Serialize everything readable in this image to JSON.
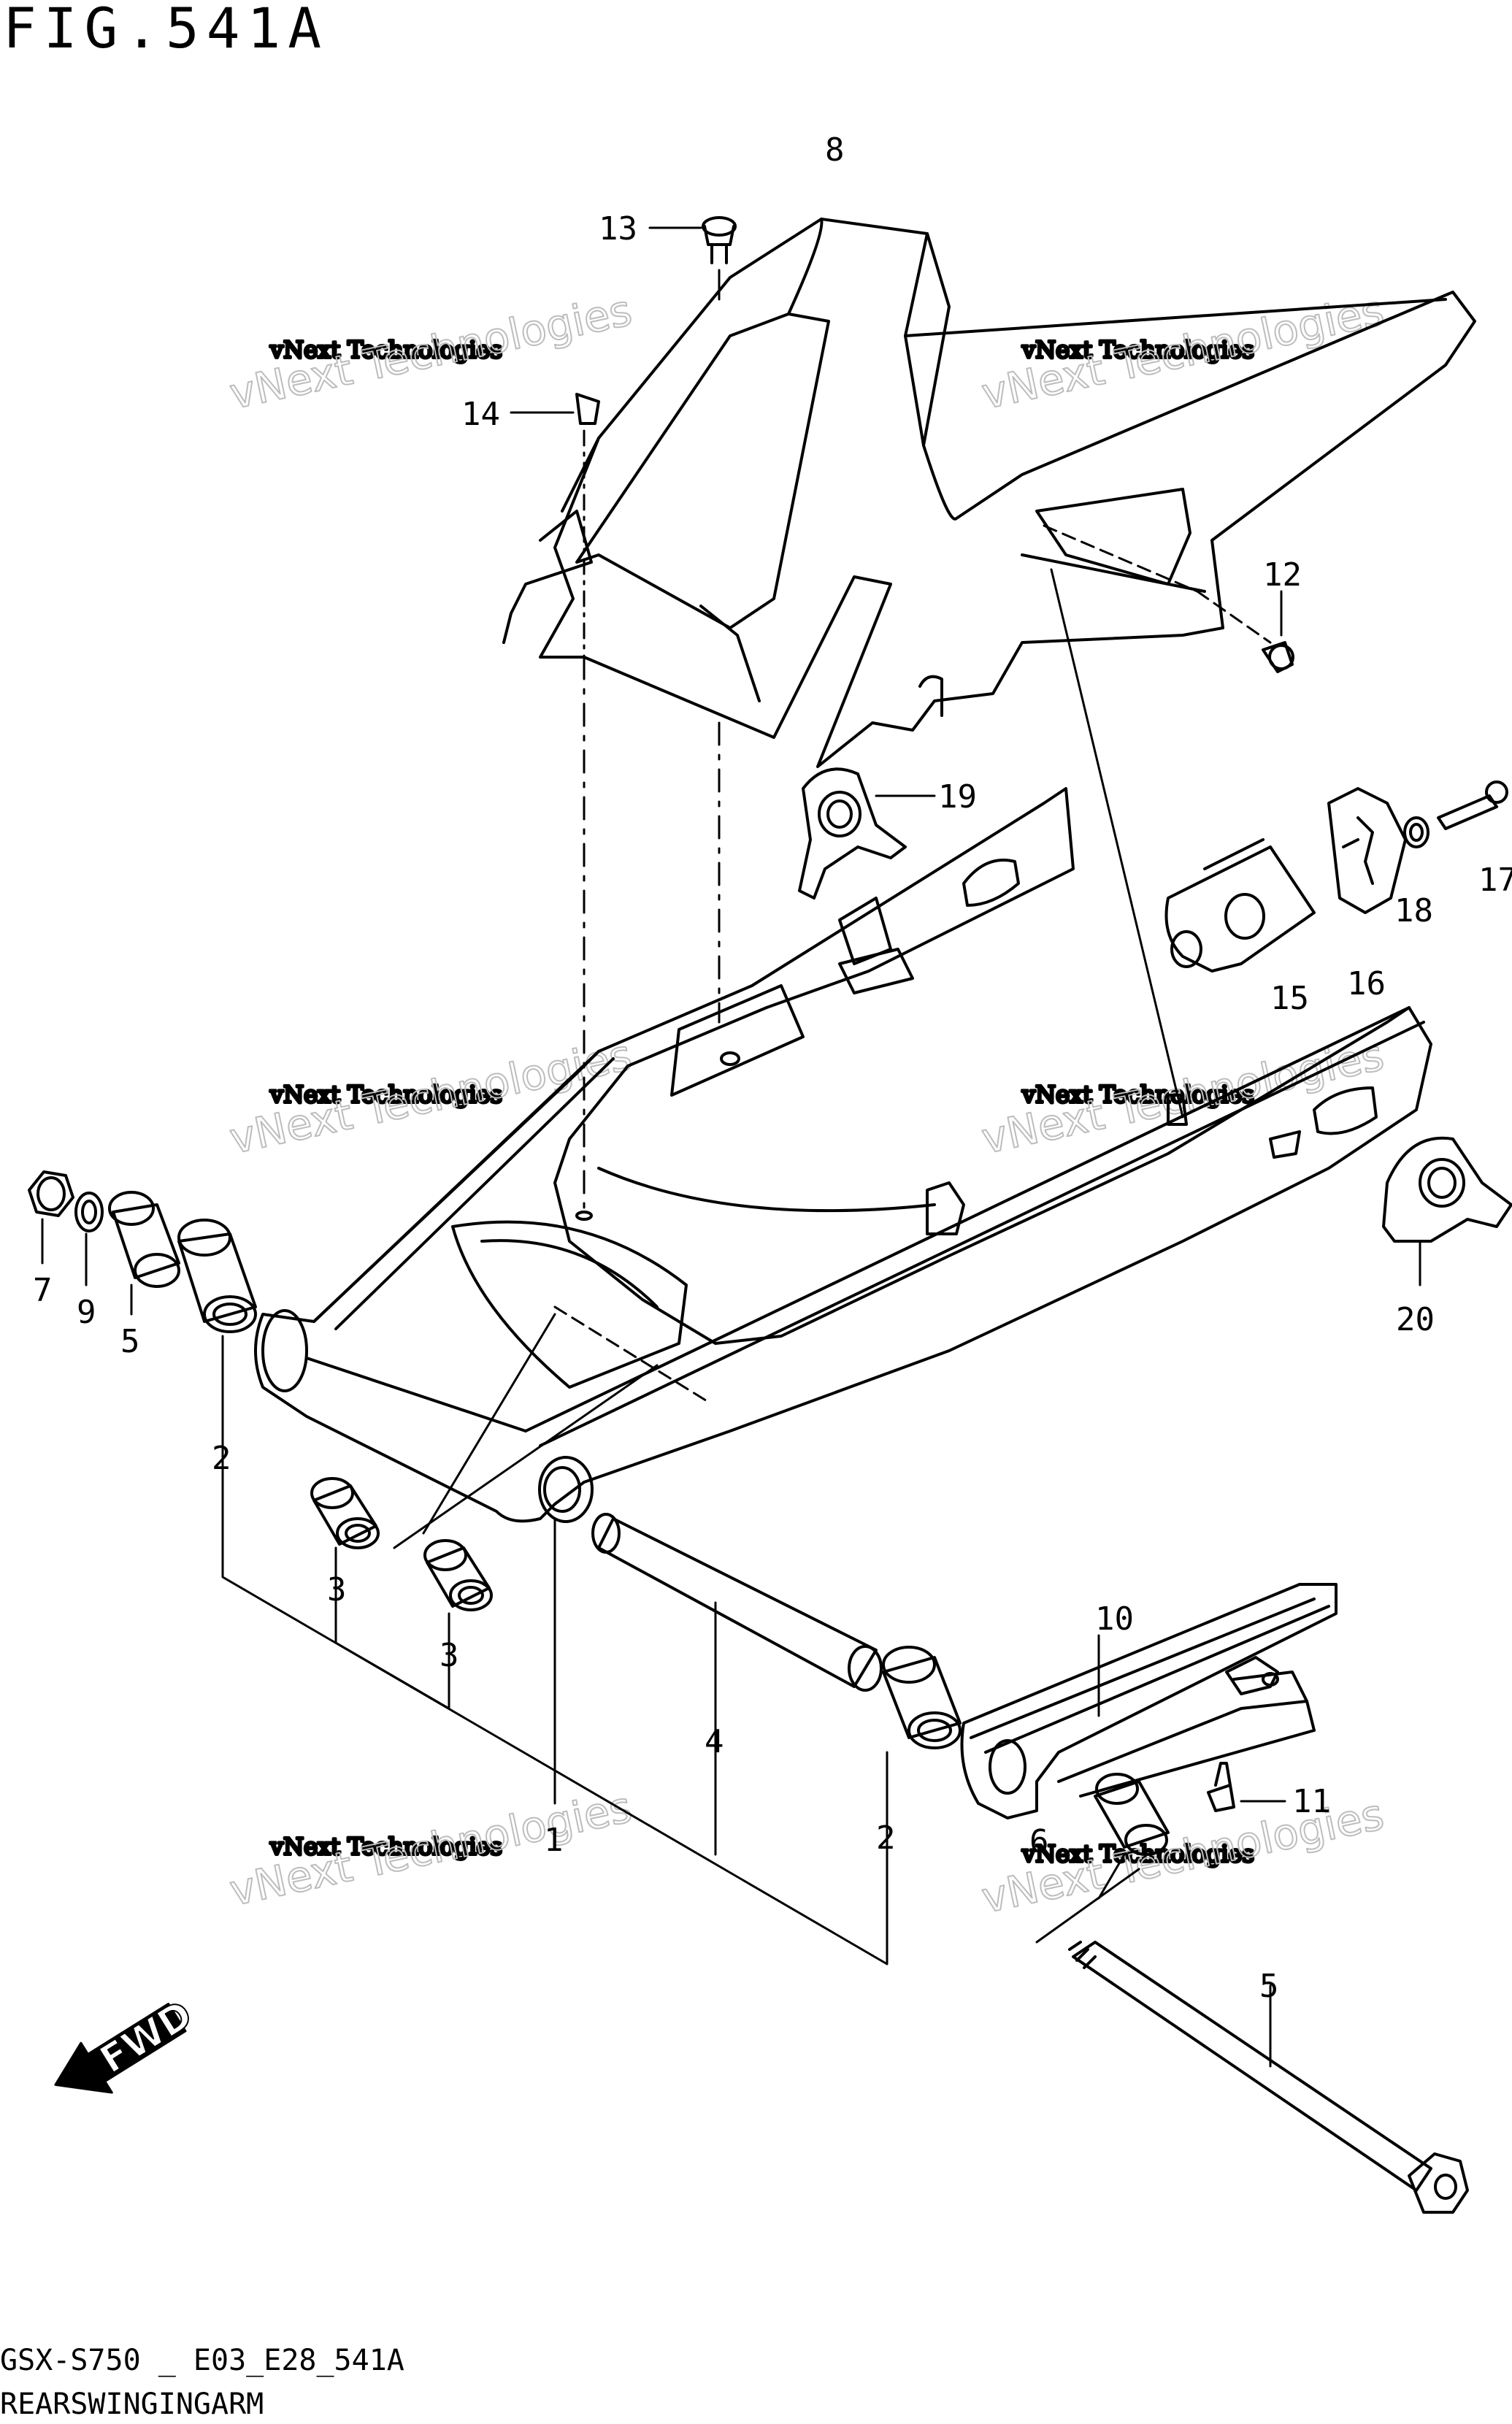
{
  "figure": {
    "title": "FIG.541A",
    "model_code": "GSX-S750 _ E03_E28_541A",
    "caption": "REARSWINGINGARM"
  },
  "callouts": [
    {
      "id": "1",
      "label": "1"
    },
    {
      "id": "2a",
      "label": "2"
    },
    {
      "id": "2b",
      "label": "2"
    },
    {
      "id": "3a",
      "label": "3"
    },
    {
      "id": "3b",
      "label": "3"
    },
    {
      "id": "4",
      "label": "4"
    },
    {
      "id": "5a",
      "label": "5"
    },
    {
      "id": "5b",
      "label": "5"
    },
    {
      "id": "6",
      "label": "6"
    },
    {
      "id": "7",
      "label": "7"
    },
    {
      "id": "8",
      "label": "8"
    },
    {
      "id": "9",
      "label": "9"
    },
    {
      "id": "10",
      "label": "10"
    },
    {
      "id": "11",
      "label": "11"
    },
    {
      "id": "12",
      "label": "12"
    },
    {
      "id": "13",
      "label": "13"
    },
    {
      "id": "14",
      "label": "14"
    },
    {
      "id": "15",
      "label": "15"
    },
    {
      "id": "16",
      "label": "16"
    },
    {
      "id": "17",
      "label": "17"
    },
    {
      "id": "18",
      "label": "18"
    },
    {
      "id": "19",
      "label": "19"
    },
    {
      "id": "20",
      "label": "20"
    }
  ],
  "watermark": {
    "line1": "vNext Technologies",
    "line2": "vNext Technologies"
  },
  "direction_badge": {
    "label": "FWD",
    "icon": "forward-arrow-icon"
  }
}
